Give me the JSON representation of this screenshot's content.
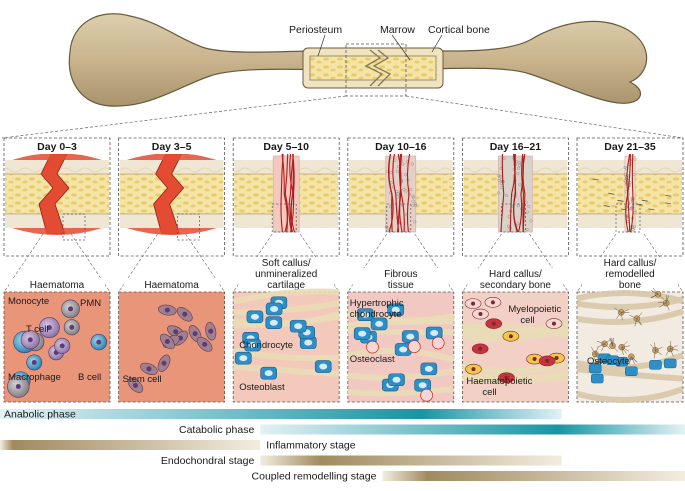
{
  "bone_labels": {
    "periosteum": "Periosteum",
    "marrow": "Marrow",
    "cortical": "Cortical bone"
  },
  "stages": [
    {
      "day": "Day 0–3",
      "tissue": [
        "Haematoma"
      ],
      "cell_labels": [
        "Monocyte",
        "PMN",
        "T cell",
        "Macrophage",
        "B cell"
      ]
    },
    {
      "day": "Day 3–5",
      "tissue": [
        "Haematoma"
      ],
      "cell_labels": [
        "Stem cell"
      ]
    },
    {
      "day": "Day 5–10",
      "tissue": [
        "Soft callus/",
        "unmineralized",
        "cartilage"
      ],
      "cell_labels": [
        "Chondrocyte",
        "Osteoblast"
      ]
    },
    {
      "day": "Day 10–16",
      "tissue": [
        "Fibrous",
        "tissue"
      ],
      "cell_labels": [
        "Hypertrophic",
        "chondrocyte",
        "Osteoclast"
      ]
    },
    {
      "day": "Day 16–21",
      "tissue": [
        "Hard callus/",
        "secondary bone"
      ],
      "cell_labels": [
        "Myelopoietic",
        "cell",
        "Haematopoietic",
        "cell"
      ]
    },
    {
      "day": "Day 21–35",
      "tissue": [
        "Hard callus/",
        "remodelled",
        "bone"
      ],
      "cell_labels": [
        "Osteocyte"
      ]
    }
  ],
  "phases": [
    {
      "label": "Anabolic phase",
      "kind": "blue",
      "start": 0,
      "end": 4.92,
      "peak": 0.75
    },
    {
      "label": "Catabolic phase",
      "kind": "blue",
      "start": 2.28,
      "end": 6,
      "peak": 0.7
    },
    {
      "label": "Inflammatory stage",
      "kind": "tan",
      "start": 0,
      "end": 2.28,
      "peak": 0.05
    },
    {
      "label": "Endochondral stage",
      "kind": "tan",
      "start": 2.28,
      "end": 4.92,
      "peak": 0.2
    },
    {
      "label": "Coupled remodelling stage",
      "kind": "tan",
      "start": 3.35,
      "end": 6,
      "peak": 0.15
    }
  ],
  "colors": {
    "bone": "#c9b48d",
    "marrow": "#f1df9b",
    "haematoma": "#e34b33",
    "vessel": "#b11b1b",
    "blue_bar": "#1795a4",
    "tan_bar": "#a08a5f",
    "panel_bg_red": "#e9957a",
    "panel_bg_pink": "#f4ccbe"
  }
}
